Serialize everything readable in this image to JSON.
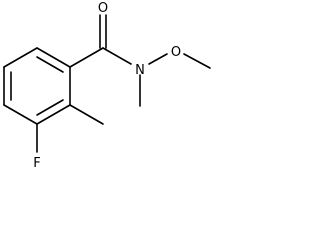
{
  "molecule": {
    "atoms": {
      "oxygen_carbonyl": "O",
      "nitrogen": "N",
      "oxygen_methoxy": "O",
      "fluorine": "F"
    }
  },
  "colors": {
    "bond": "#000000",
    "background": "#ffffff"
  }
}
